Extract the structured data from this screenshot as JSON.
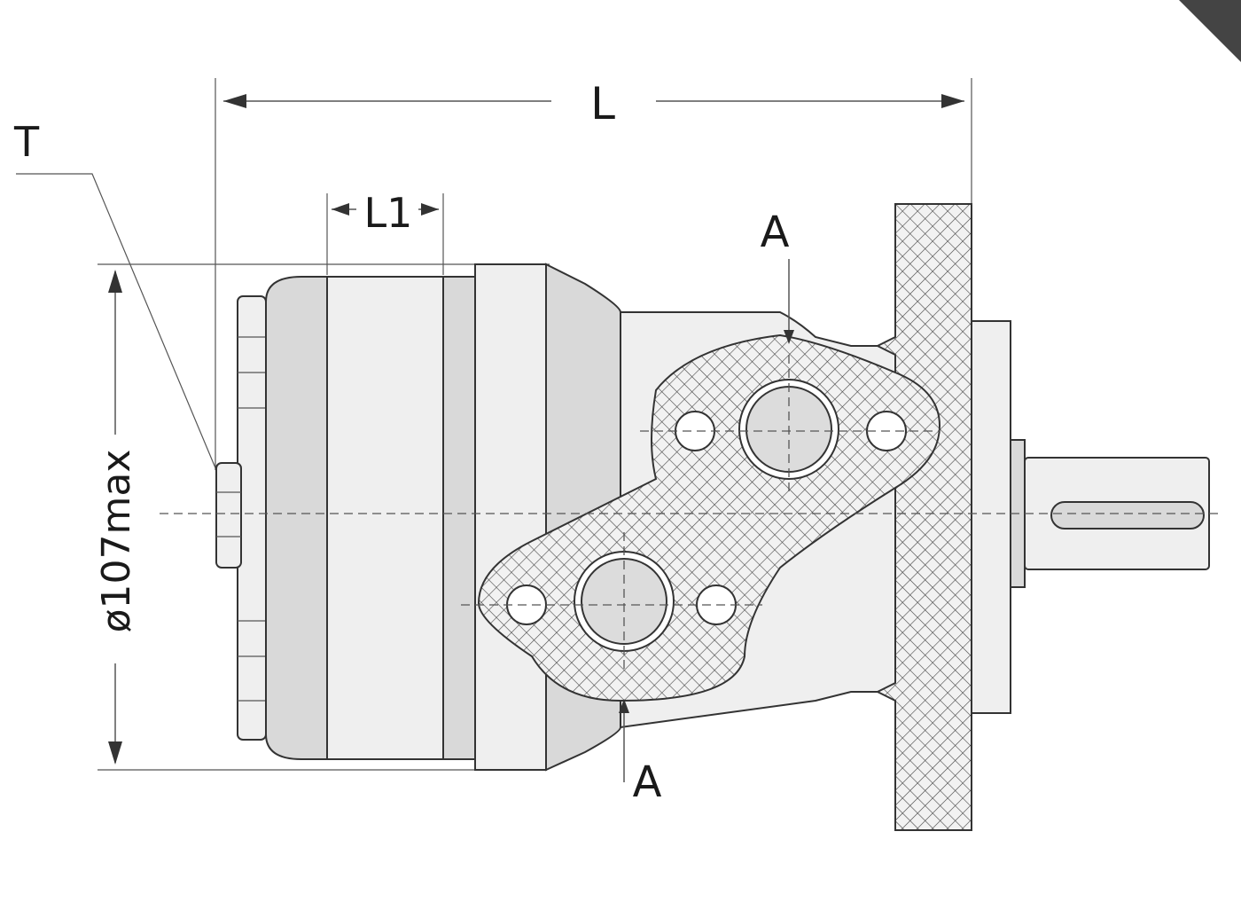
{
  "labels": {
    "overall_length": "L",
    "length_l1": "L1",
    "port_a_top": "A",
    "port_a_bottom": "A",
    "port_t": "T",
    "diameter": "ø107max"
  }
}
